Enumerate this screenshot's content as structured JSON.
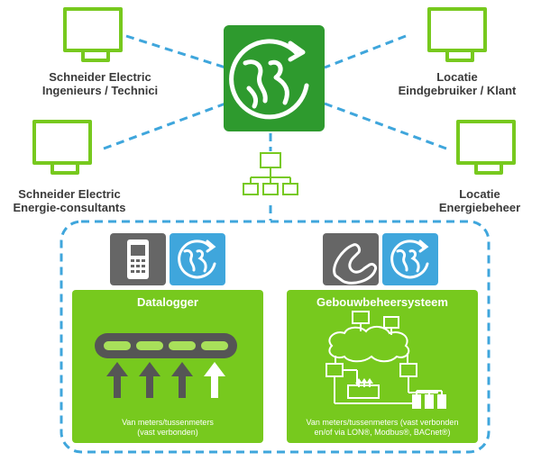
{
  "nodes": {
    "top_left": {
      "line1": "Schneider Electric",
      "line2": "Ingenieurs / Technici"
    },
    "top_right": {
      "line1": "Locatie",
      "line2": "Eindgebruiker / Klant"
    },
    "mid_left": {
      "line1": "Schneider Electric",
      "line2": "Energie-consultants"
    },
    "mid_right": {
      "line1": "Locatie",
      "line2": "Energiebeheer"
    }
  },
  "panels": {
    "datalogger": {
      "title": "Datalogger",
      "caption_line1": "Van meters/tussenmeters",
      "caption_line2": "(vast verbonden)"
    },
    "gbs": {
      "title": "Gebouwbeheersysteem",
      "caption_line1": "Van meters/tussenmeters (vast verbonden",
      "caption_line2": "en/of via LON®, Modbus®, BACnet®)"
    }
  },
  "colors": {
    "green_dark": "#2e9a2e",
    "green_light": "#77c91e",
    "blue_dash": "#3fa6dc",
    "grey": "#666666"
  }
}
